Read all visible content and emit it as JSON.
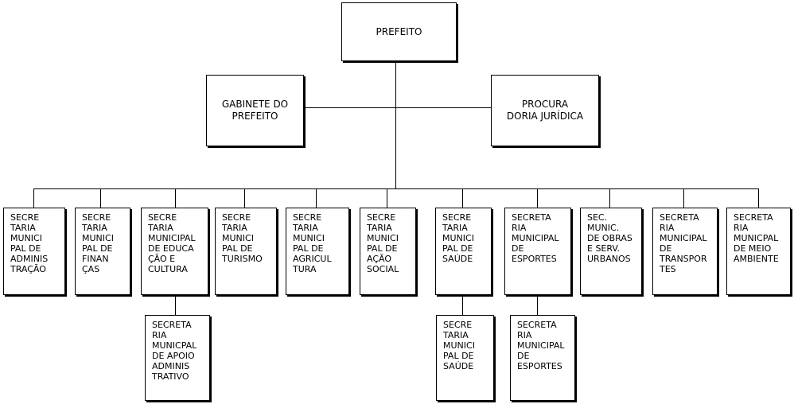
{
  "prefeito": "PREFEITO",
  "gabinete": "GABINETE DO\nPREFEITO",
  "procuradoria": "PROCURA\nDORIA JURÍDICA",
  "secretarias": [
    "SECRE\nTARIA\nMUNICI\nPAL DE\nADMINIS\nTRAÇÃO",
    "SECRE\nTARIA\nMUNICI\nPAL DE\nFINAN\nÇAS",
    "SECRE\nTARIA\nMUNICIPAL\nDE EDUCA\nÇÃO E\nCULTURA",
    "SECRE\nTARIA\nMUNICI\nPAL DE\nTURISMO",
    "SECRE\nTARIA\nMUNICI\nPAL DE\nAGRICUL\nTURA",
    "SECRE\nTARIA\nMUNICI\nPAL DE\nAÇÃO\nSOCIAL",
    "SECRE\nTARIA\nMUNICI\nPAL DE\nSAÚDE",
    "SECRETA\nRIA\nMUNICIPAL\nDE\nESPORTES",
    "SEC.\nMUNIC.\nDE OBRAS\nE SERV.\nURBANOS",
    "SECRETA\nRIA\nMUNICIPAL\nDE\nTRANSPOR\nTES",
    "SECRETA\nRIA\nMUNICPAL\nDE MEIO\nAMBIENTE"
  ],
  "subunidades": [
    "SECRETA\nRIA\nMUNICPAL\nDE APOIO\nADMINIS\nTRATIVO",
    "SECRE\nTARIA\nMUNICI\nPAL DE\nSAÚDE",
    "SECRETA\nRIA\nMUNICIPAL\nDE\nESPORTES"
  ]
}
